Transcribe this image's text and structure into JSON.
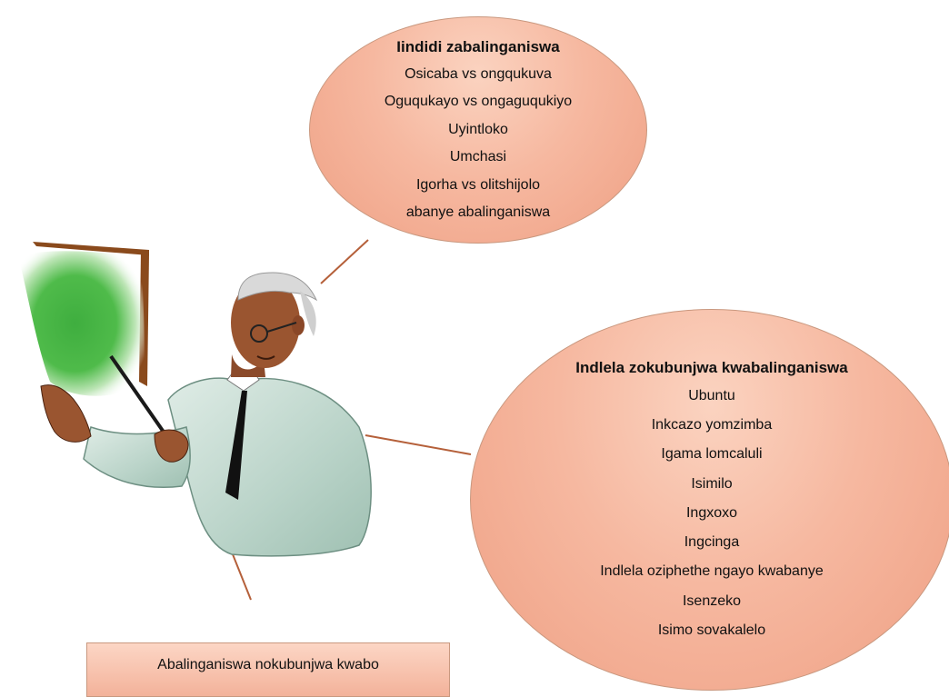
{
  "colors": {
    "bubble_fill": "#f6b8a0",
    "bubble_border": "#c9987f",
    "connector": "#b5603a",
    "board_frame": "#8a4a1c",
    "board_glow": "#3fae3f",
    "jacket": "#b9d3c8"
  },
  "icons": {
    "presenter": "teacher-pointing-at-board-illustration"
  },
  "bubble_top": {
    "title": "Iindidi zabalinganiswa",
    "items": [
      "Osicaba vs ongqukuva",
      "Oguqukayo vs  ongaguqukiyo",
      "Uyintloko",
      "Umchasi",
      "Igorha vs olitshijolo",
      "abanye abalinganiswa"
    ]
  },
  "bubble_right": {
    "title": "Indlela zokubunjwa kwabalinganiswa",
    "items": [
      "Ubuntu",
      "Inkcazo yomzimba",
      "Igama lomcaluli",
      "Isimilo",
      "Ingxoxo",
      "Ingcinga",
      "Indlela oziphethe ngayo kwabanye",
      "Isenzeko",
      "Isimo sovakalelo"
    ]
  },
  "caption": "Abalinganiswa nokubunjwa kwabo"
}
